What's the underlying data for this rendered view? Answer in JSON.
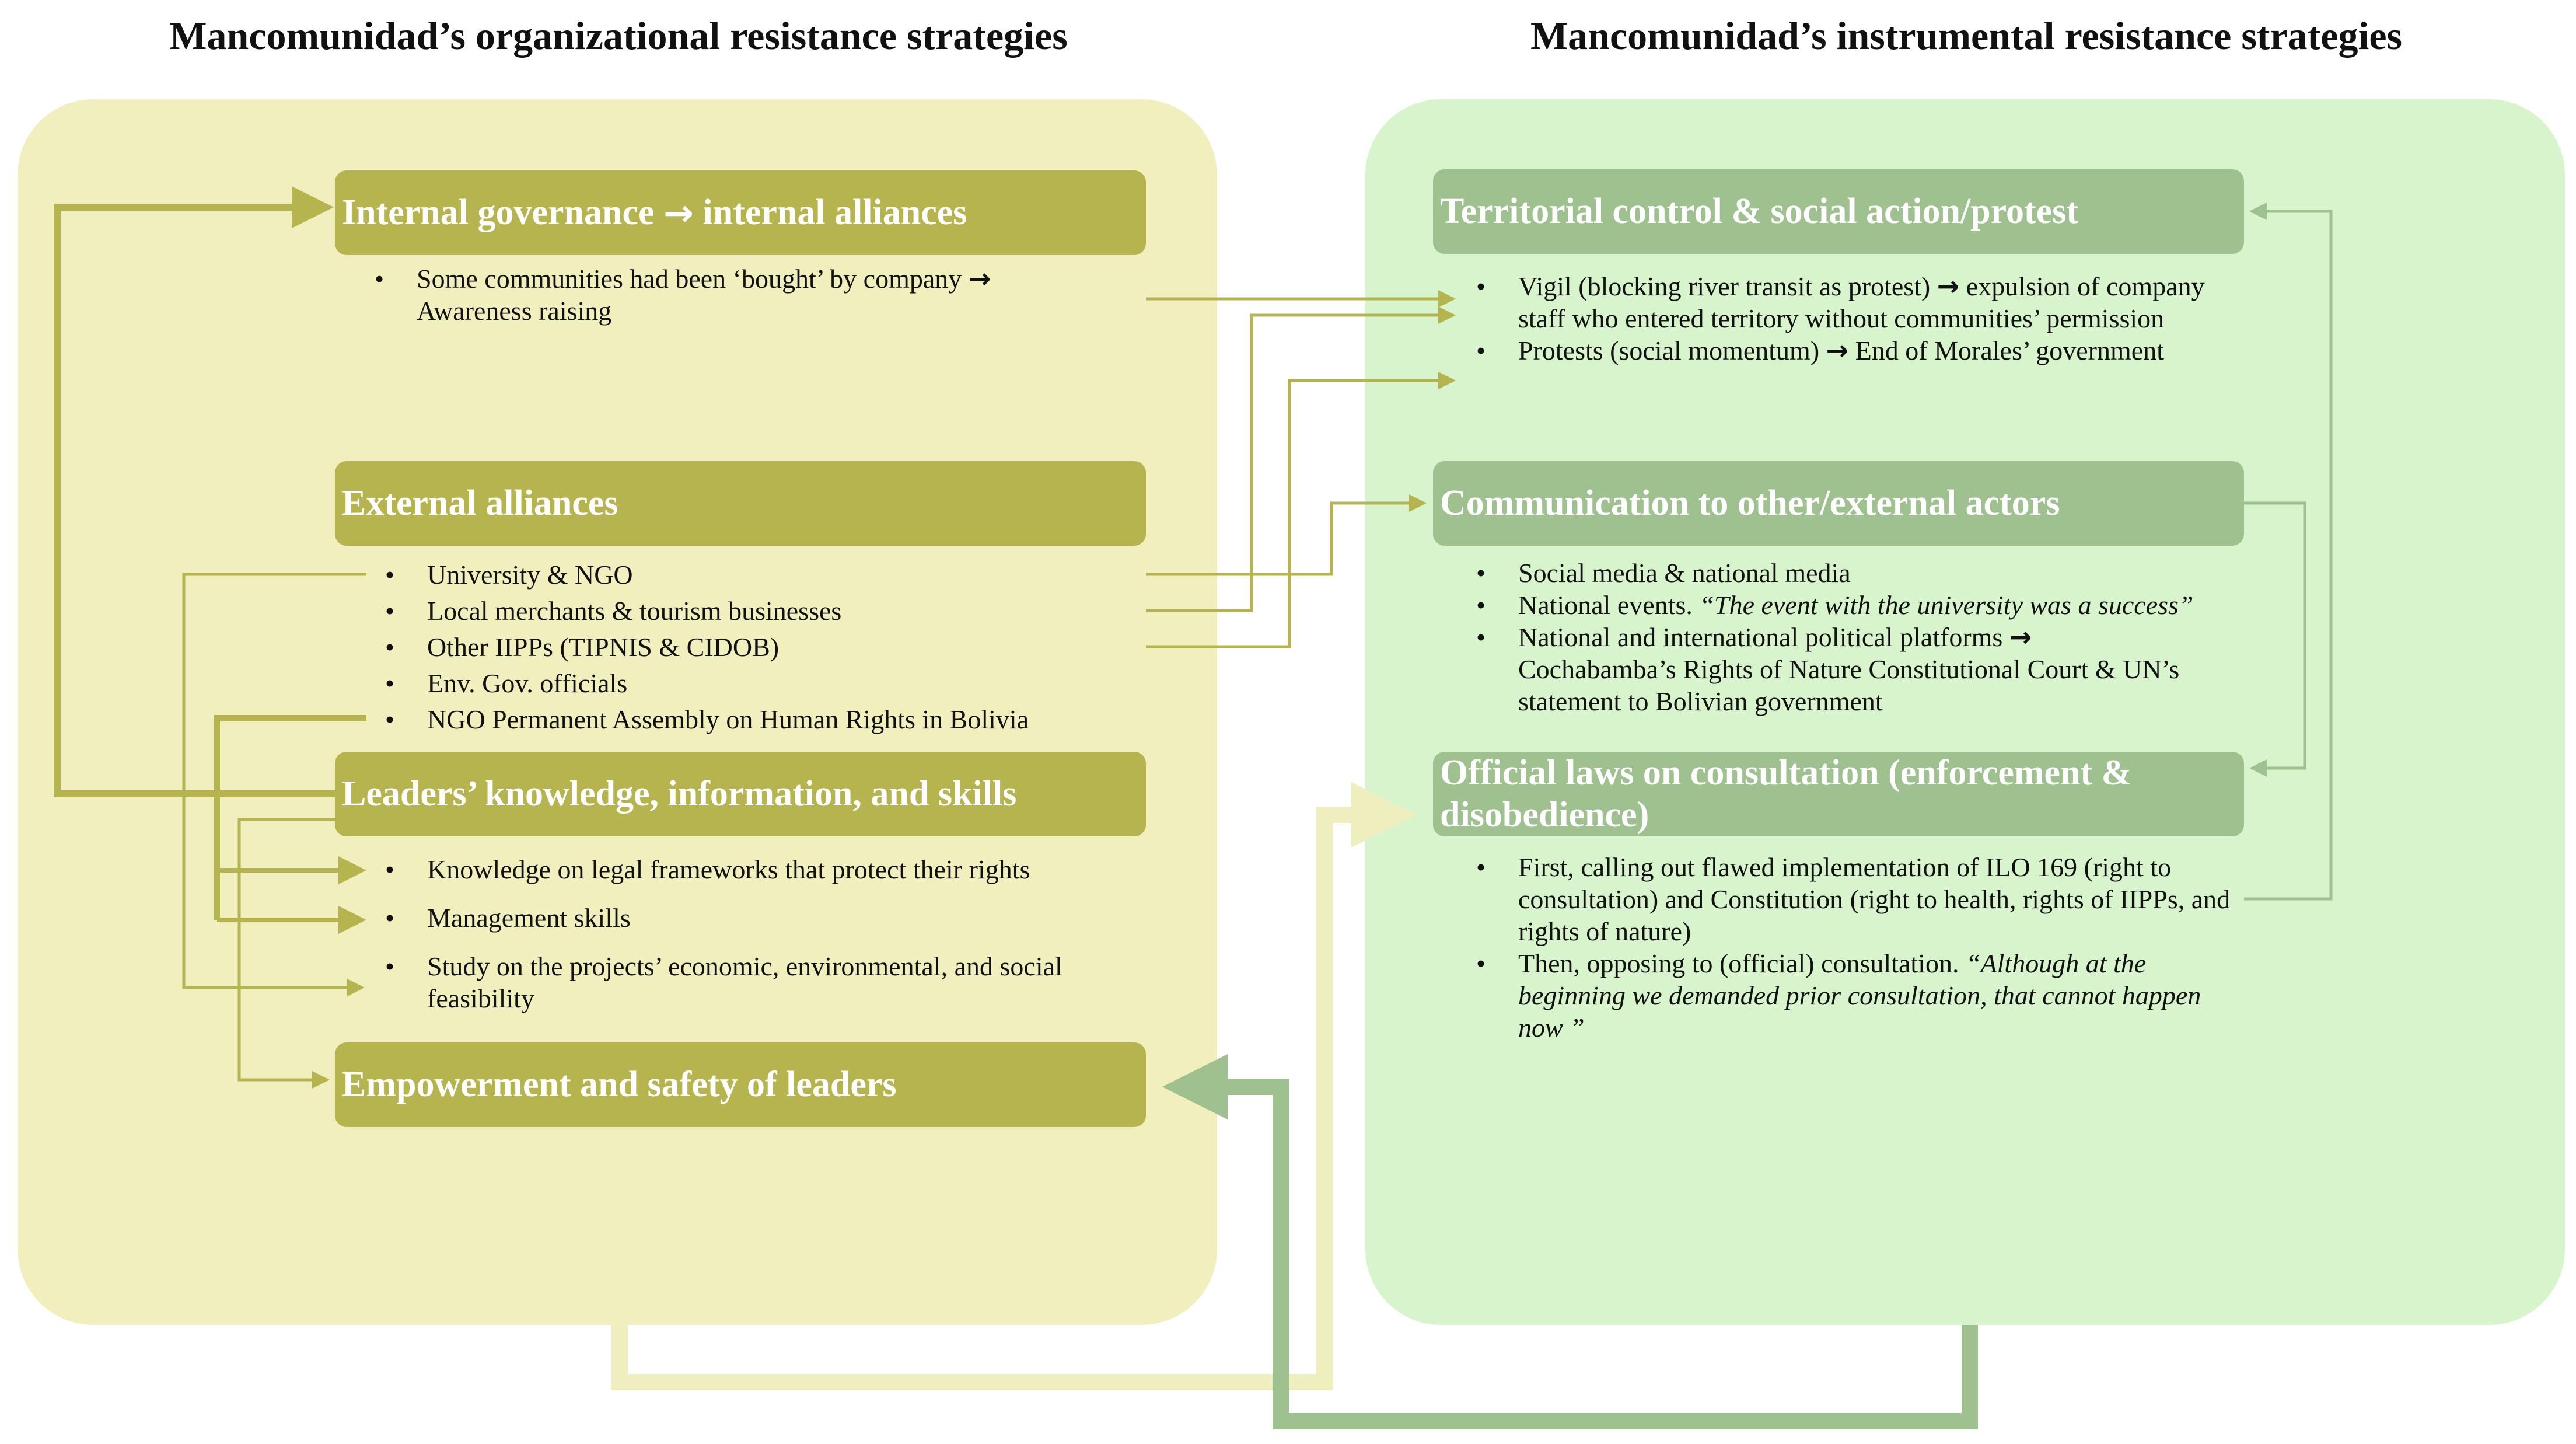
{
  "titles": {
    "left": "Mancomunidad’s organizational resistance strategies",
    "right": "Mancomunidad’s instrumental resistance strategies"
  },
  "left": {
    "internal_governance": {
      "title_a": "Internal governance",
      "arrow": "→",
      "title_b": "internal alliances",
      "bullet1_a": "Some communities had been ‘bought’ by company",
      "bullet1_b": "Awareness raising"
    },
    "external_alliances": {
      "title": "External alliances",
      "items": [
        "University & NGO",
        "Local merchants & tourism businesses",
        "Other IIPPs (TIPNIS & CIDOB)",
        "Env.  Gov. officials",
        "NGO Permanent Assembly on Human Rights in Bolivia"
      ]
    },
    "leaders_knowledge": {
      "title": "Leaders’ knowledge, information, and skills",
      "items": [
        "Knowledge on legal frameworks that protect their rights",
        "Management skills",
        "Study on the projects’ economic, environmental, and social feasibility"
      ]
    },
    "empowerment": {
      "title": "Empowerment and safety of leaders"
    }
  },
  "right": {
    "territorial": {
      "title": "Territorial control & social action/protest",
      "b1_a": "Vigil (blocking river transit as protest)",
      "b1_b": "expulsion of company staff who entered territory without communities’ permission",
      "b2_a": "Protests (social momentum)",
      "b2_b": "End of Morales’ government"
    },
    "communication": {
      "title": "Communication to other/external actors",
      "b1": "Social media & national media",
      "b2_a": "National events.",
      "b2_q": "“The event with the university was a success”",
      "b3_a": "National and international political platforms",
      "b3_b": "Cochabamba’s Rights of Nature Constitutional Court & UN’s statement to Bolivian government"
    },
    "official_laws": {
      "title": "Official laws on consultation (enforcement & disobedience)",
      "b1": "First, calling out flawed implementation of ILO 169 (right to consultation) and Constitution (right to health, rights of IIPPs, and rights of nature)",
      "b2_a": "Then, opposing to (official) consultation.",
      "b2_q": "“Although at the beginning we demanded prior consultation, that cannot happen now ”"
    }
  },
  "colors": {
    "left_panel": "#f1efbd",
    "right_panel": "#d8f4cc",
    "left_box": "#b5b44e",
    "right_box": "#9fc08f",
    "left_arrow": "#b5b44e",
    "right_arrow": "#9fc08f",
    "pale_left_arrow": "#eeeebe"
  }
}
